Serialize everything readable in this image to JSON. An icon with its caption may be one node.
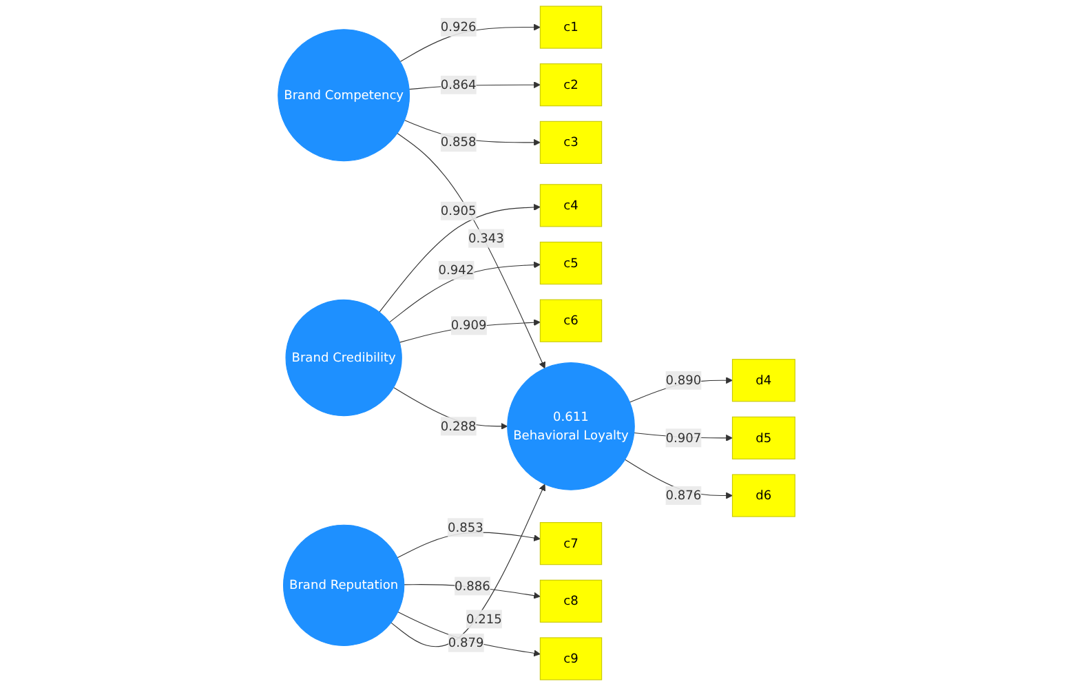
{
  "diagram": {
    "nodes": [
      {
        "text": [
          "c1"
        ]
      },
      {
        "text": [
          "c2"
        ]
      },
      {
        "text": [
          "c3"
        ]
      },
      {
        "text": [
          "Brand Competency"
        ]
      },
      {
        "text": [
          "c4"
        ]
      },
      {
        "text": [
          "c5"
        ]
      },
      {
        "text": [
          "c6"
        ]
      },
      {
        "text": [
          "Brand Credibility"
        ]
      },
      {
        "text": [
          "c7"
        ]
      },
      {
        "text": [
          "c8"
        ]
      },
      {
        "text": [
          "c9"
        ]
      },
      {
        "text": [
          "Brand Reputation"
        ]
      },
      {
        "text": [
          "0.611",
          "Behavioral Loyalty"
        ]
      },
      {
        "text": [
          "d4"
        ]
      },
      {
        "text": [
          "d5"
        ]
      },
      {
        "text": [
          "d6"
        ]
      }
    ],
    "edges": [
      {
        "from": 3,
        "to": 0,
        "label": "0.926",
        "arrow": "to"
      },
      {
        "from": 3,
        "to": 1,
        "label": "0.864",
        "arrow": "to"
      },
      {
        "from": 3,
        "to": 2,
        "label": "0.858",
        "arrow": "to"
      },
      {
        "from": 7,
        "to": 4,
        "label": "0.905",
        "arrow": "to"
      },
      {
        "from": 7,
        "to": 5,
        "label": "0.942",
        "arrow": "to"
      },
      {
        "from": 7,
        "to": 6,
        "label": "0.909",
        "arrow": "to"
      },
      {
        "from": 11,
        "to": 8,
        "label": "0.853",
        "arrow": "to"
      },
      {
        "from": 11,
        "to": 9,
        "label": "0.886",
        "arrow": "to"
      },
      {
        "from": 11,
        "to": 10,
        "label": "0.879",
        "arrow": "to"
      },
      {
        "from": 3,
        "to": 12,
        "label": "0.343",
        "arrow": "to"
      },
      {
        "from": 7,
        "to": 12,
        "label": "0.288",
        "arrow": "to"
      },
      {
        "from": 11,
        "to": 12,
        "label": "0.215",
        "arrow": "to"
      },
      {
        "from": 12,
        "to": 13,
        "label": "0.890",
        "arrow": "to"
      },
      {
        "from": 12,
        "to": 14,
        "label": "0.907",
        "arrow": "to"
      },
      {
        "from": 12,
        "to": 15,
        "label": "0.876",
        "arrow": "to"
      }
    ]
  }
}
